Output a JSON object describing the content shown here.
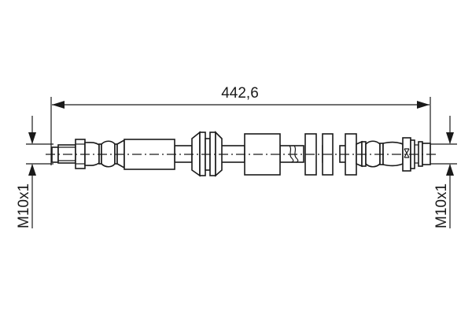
{
  "drawing": {
    "type": "brake hose technical drawing",
    "overall_length": {
      "label": "442,6"
    },
    "left_thread": {
      "label": "M10x1"
    },
    "right_thread": {
      "label": "M10x1"
    },
    "colors": {
      "line": "#1a1a1a",
      "background": "#ffffff"
    }
  }
}
